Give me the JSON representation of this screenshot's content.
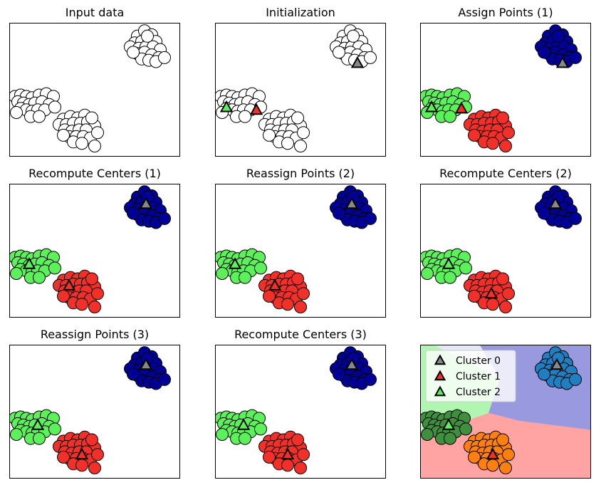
{
  "colors": {
    "white_point": "#ffffff",
    "blue_point": "#000099",
    "red_point": "#f2302a",
    "green_point": "#5cf15a",
    "center_grey": "#888888",
    "center_red": "#f2302a",
    "center_green": "#5cf15a",
    "final_blue_point": "#1f7fc0",
    "final_orange_point": "#ff8010",
    "final_green_point": "#3f8f3f",
    "region_blue": "#9999e0",
    "region_red": "#ffa3a3",
    "region_green": "#b0f6b0"
  },
  "chart_data": [
    {
      "type": "scatter",
      "title": "Input data",
      "xlim": [
        0,
        12
      ],
      "ylim": [
        0,
        10
      ],
      "mode": "input"
    },
    {
      "type": "scatter",
      "title": "Initialization",
      "xlim": [
        0,
        12
      ],
      "ylim": [
        0,
        10
      ],
      "mode": "init",
      "centers": [
        {
          "x": 10.0,
          "y": 7.0,
          "cluster": 0
        },
        {
          "x": 2.9,
          "y": 3.5,
          "cluster": 1
        },
        {
          "x": 0.8,
          "y": 3.7,
          "cluster": 2
        }
      ]
    },
    {
      "type": "scatter",
      "title": "Assign Points (1)",
      "xlim": [
        0,
        12
      ],
      "ylim": [
        0,
        10
      ],
      "mode": "assign1",
      "centers": [
        {
          "x": 10.0,
          "y": 7.0,
          "cluster": 0
        },
        {
          "x": 2.9,
          "y": 3.6,
          "cluster": 1
        },
        {
          "x": 0.8,
          "y": 3.7,
          "cluster": 2
        }
      ]
    },
    {
      "type": "scatter",
      "title": "Recompute Centers (1)",
      "xlim": [
        0,
        12
      ],
      "ylim": [
        0,
        10
      ],
      "mode": "assign1",
      "centers": [
        {
          "x": 9.6,
          "y": 8.5,
          "cluster": 0
        },
        {
          "x": 4.2,
          "y": 2.4,
          "cluster": 1
        },
        {
          "x": 1.4,
          "y": 4.0,
          "cluster": 2
        }
      ]
    },
    {
      "type": "scatter",
      "title": "Reassign Points (2)",
      "xlim": [
        0,
        12
      ],
      "ylim": [
        0,
        10
      ],
      "mode": "final",
      "centers": [
        {
          "x": 9.6,
          "y": 8.5,
          "cluster": 0
        },
        {
          "x": 4.2,
          "y": 2.4,
          "cluster": 1
        },
        {
          "x": 1.4,
          "y": 4.0,
          "cluster": 2
        }
      ]
    },
    {
      "type": "scatter",
      "title": "Recompute Centers (2)",
      "xlim": [
        0,
        12
      ],
      "ylim": [
        0,
        10
      ],
      "mode": "final",
      "centers": [
        {
          "x": 9.5,
          "y": 8.5,
          "cluster": 0
        },
        {
          "x": 5.0,
          "y": 1.8,
          "cluster": 1
        },
        {
          "x": 2.0,
          "y": 4.0,
          "cluster": 2
        }
      ]
    },
    {
      "type": "scatter",
      "title": "Reassign Points (3)",
      "xlim": [
        0,
        12
      ],
      "ylim": [
        0,
        10
      ],
      "mode": "final",
      "centers": [
        {
          "x": 9.6,
          "y": 8.5,
          "cluster": 0
        },
        {
          "x": 5.1,
          "y": 1.8,
          "cluster": 1
        },
        {
          "x": 2.0,
          "y": 4.0,
          "cluster": 2
        }
      ]
    },
    {
      "type": "scatter",
      "title": "Recompute Centers (3)",
      "xlim": [
        0,
        12
      ],
      "ylim": [
        0,
        10
      ],
      "mode": "final",
      "centers": [
        {
          "x": 9.6,
          "y": 8.5,
          "cluster": 0
        },
        {
          "x": 5.1,
          "y": 1.8,
          "cluster": 1
        },
        {
          "x": 2.0,
          "y": 4.0,
          "cluster": 2
        }
      ]
    },
    {
      "type": "scatter",
      "title": "",
      "xlim": [
        0,
        12
      ],
      "ylim": [
        0,
        10
      ],
      "mode": "decision",
      "centers": [
        {
          "x": 9.6,
          "y": 8.5,
          "cluster": 0
        },
        {
          "x": 5.1,
          "y": 1.8,
          "cluster": 1
        },
        {
          "x": 2.0,
          "y": 4.0,
          "cluster": 2
        }
      ],
      "legend": {
        "placement": "top-left",
        "entries": [
          "Cluster 0",
          "Cluster 1",
          "Cluster 2"
        ]
      }
    }
  ],
  "clusters": {
    "c0": [
      [
        9.0,
        9.0
      ],
      [
        9.5,
        9.4
      ],
      [
        10.0,
        9.1
      ],
      [
        8.8,
        8.5
      ],
      [
        9.3,
        8.6
      ],
      [
        9.8,
        8.7
      ],
      [
        10.3,
        8.6
      ],
      [
        8.5,
        8.2
      ],
      [
        9.1,
        8.1
      ],
      [
        9.6,
        8.2
      ],
      [
        10.1,
        8.2
      ],
      [
        10.6,
        8.0
      ],
      [
        9.0,
        7.7
      ],
      [
        9.5,
        7.8
      ],
      [
        10.0,
        7.6
      ],
      [
        10.5,
        7.4
      ],
      [
        9.3,
        7.3
      ],
      [
        9.8,
        7.2
      ],
      [
        10.3,
        7.1
      ],
      [
        10.9,
        7.4
      ],
      [
        8.7,
        7.8
      ],
      [
        9.7,
        9.0
      ]
    ],
    "c1": [
      [
        3.8,
        2.8
      ],
      [
        4.3,
        3.0
      ],
      [
        4.8,
        2.9
      ],
      [
        5.3,
        3.1
      ],
      [
        3.5,
        2.4
      ],
      [
        4.0,
        2.4
      ],
      [
        4.5,
        2.5
      ],
      [
        5.0,
        2.5
      ],
      [
        5.5,
        2.6
      ],
      [
        6.0,
        2.3
      ],
      [
        3.9,
        2.0
      ],
      [
        4.4,
        1.9
      ],
      [
        4.9,
        2.0
      ],
      [
        5.4,
        2.0
      ],
      [
        4.2,
        1.5
      ],
      [
        4.7,
        1.5
      ],
      [
        5.2,
        1.5
      ],
      [
        5.7,
        1.4
      ],
      [
        6.2,
        1.8
      ],
      [
        4.5,
        1.1
      ],
      [
        5.1,
        1.0
      ],
      [
        6.0,
        0.8
      ],
      [
        3.8,
        1.6
      ],
      [
        5.8,
        2.9
      ]
    ],
    "c2": [
      [
        0.4,
        4.5
      ],
      [
        0.8,
        4.6
      ],
      [
        1.2,
        4.5
      ],
      [
        1.6,
        4.4
      ],
      [
        2.1,
        4.6
      ],
      [
        2.6,
        4.7
      ],
      [
        3.1,
        4.5
      ],
      [
        0.6,
        4.1
      ],
      [
        1.0,
        4.0
      ],
      [
        1.4,
        3.9
      ],
      [
        1.8,
        4.0
      ],
      [
        2.3,
        4.1
      ],
      [
        2.8,
        3.9
      ],
      [
        0.8,
        3.6
      ],
      [
        1.2,
        3.5
      ],
      [
        1.6,
        3.4
      ],
      [
        2.0,
        3.5
      ],
      [
        2.5,
        3.5
      ],
      [
        3.2,
        3.7
      ],
      [
        1.5,
        3.0
      ],
      [
        2.1,
        3.0
      ],
      [
        0.5,
        3.3
      ]
    ]
  }
}
